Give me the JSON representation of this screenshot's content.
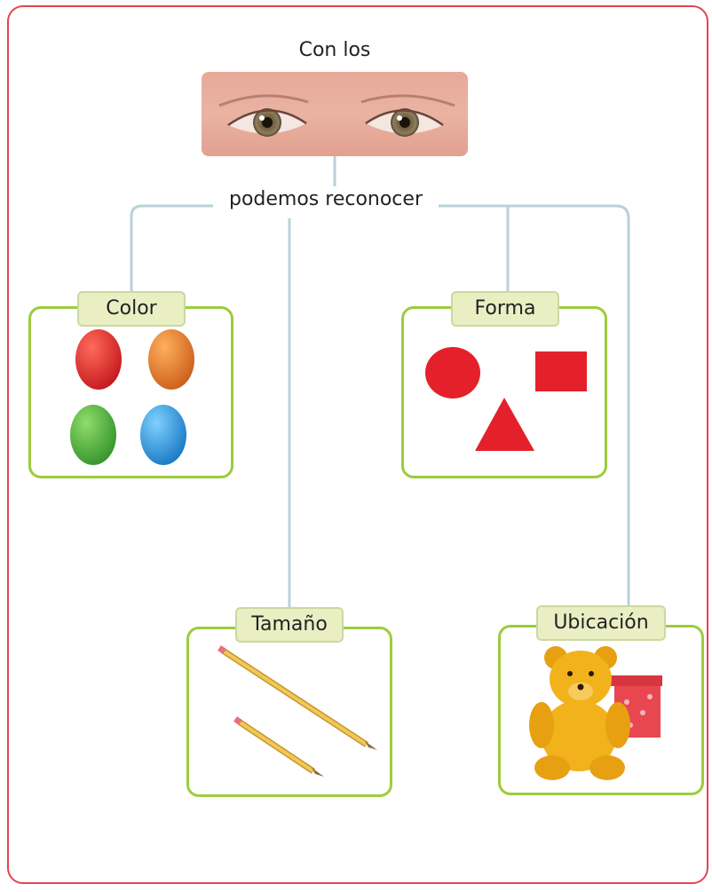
{
  "diagram": {
    "title": "Con los",
    "subtitle": "podemos reconocer",
    "categories": {
      "color": "Color",
      "forma": "Forma",
      "tamano": "Tamaño",
      "ubicacion": "Ubicación"
    }
  },
  "colors": {
    "frame": "#e3454f",
    "box_border": "#9ccc3c",
    "tag_fill": "#e9efc3",
    "connector": "#b8d2d8",
    "egg_red": "#e0262a",
    "egg_orange": "#e8762a",
    "egg_green": "#4caf3c",
    "egg_blue": "#2a9be0",
    "shape_red": "#e4212a",
    "pencil_yellow": "#e8c04a",
    "bear_yellow": "#f2b21c",
    "gift_red": "#e8474f"
  }
}
